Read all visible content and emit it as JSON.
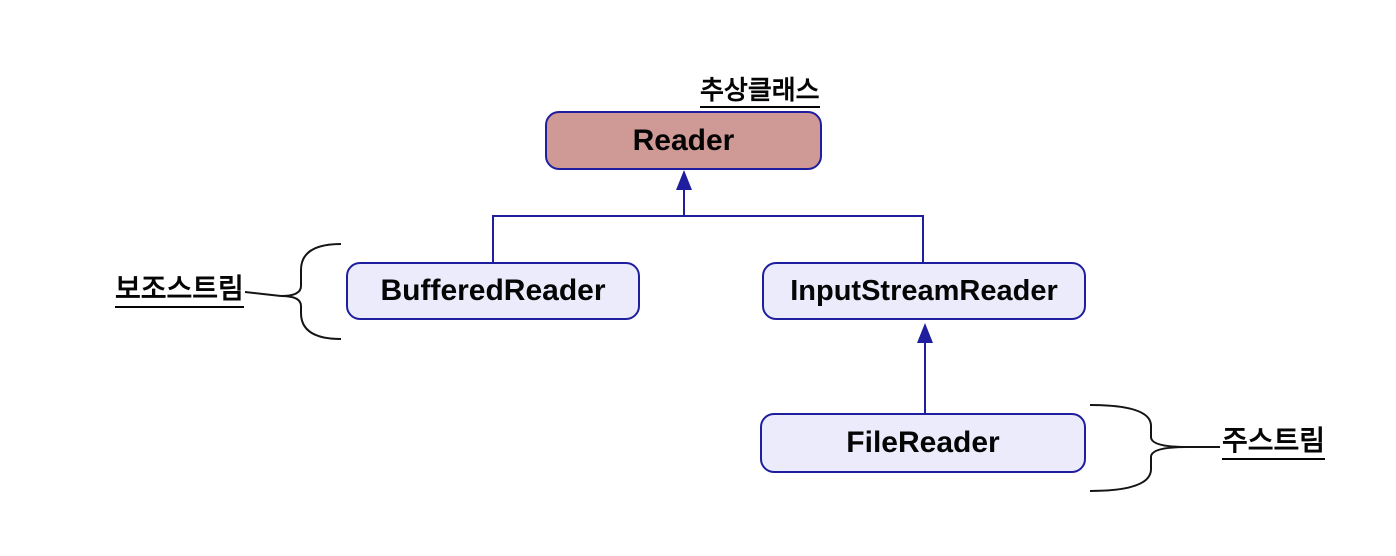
{
  "diagram": {
    "abstract_label": "추상클래스",
    "nodes": [
      {
        "id": "reader",
        "label": "Reader",
        "type": "abstract-class"
      },
      {
        "id": "buffered-reader",
        "label": "BufferedReader",
        "type": "class"
      },
      {
        "id": "input-stream-reader",
        "label": "InputStreamReader",
        "type": "class"
      },
      {
        "id": "file-reader",
        "label": "FileReader",
        "type": "class"
      }
    ],
    "relations": [
      {
        "from": "buffered-reader",
        "to": "reader",
        "kind": "inheritance"
      },
      {
        "from": "input-stream-reader",
        "to": "reader",
        "kind": "inheritance"
      },
      {
        "from": "file-reader",
        "to": "input-stream-reader",
        "kind": "inheritance"
      }
    ],
    "annotations": {
      "left": "보조스트림",
      "right": "주스트림"
    },
    "colors": {
      "line": "#1e1e9e",
      "brace": "#141414",
      "abstract_fill": "#cf9996",
      "node_fill": "#ebebfb",
      "text": "#050505",
      "background": "#ffffff"
    }
  }
}
